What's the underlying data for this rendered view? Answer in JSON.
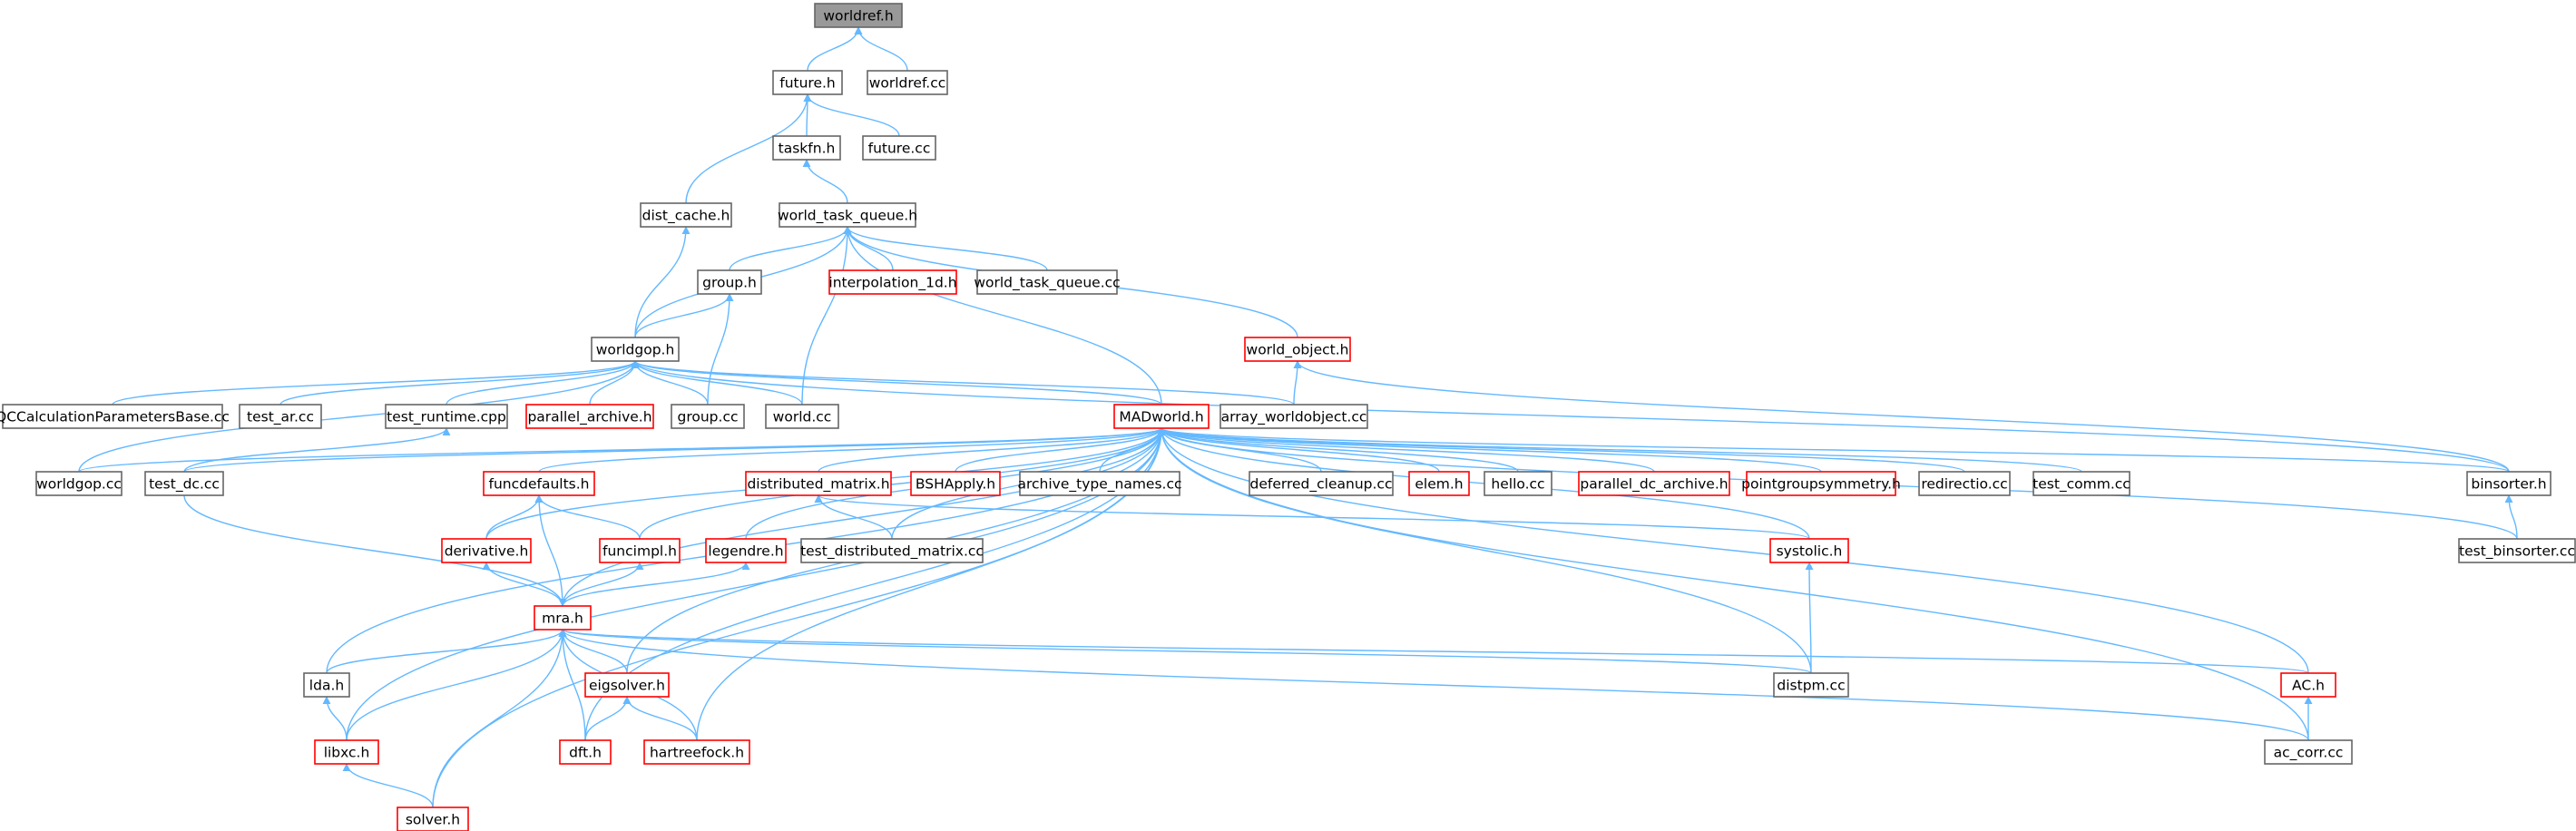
{
  "colors": {
    "edge": "#63b8ff",
    "border_normal": "#666666",
    "border_truncated": "#ff0000",
    "fill_root": "#999999",
    "fill_normal": "#ffffff"
  },
  "nodes": [
    {
      "id": "worldref_h",
      "label": "worldref.h",
      "kind": "root"
    },
    {
      "id": "future_h",
      "label": "future.h",
      "kind": "normal"
    },
    {
      "id": "worldref_cc",
      "label": "worldref.cc",
      "kind": "normal"
    },
    {
      "id": "taskfn_h",
      "label": "taskfn.h",
      "kind": "normal"
    },
    {
      "id": "future_cc",
      "label": "future.cc",
      "kind": "normal"
    },
    {
      "id": "dist_cache_h",
      "label": "dist_cache.h",
      "kind": "normal"
    },
    {
      "id": "world_task_queue_h",
      "label": "world_task_queue.h",
      "kind": "normal"
    },
    {
      "id": "group_h",
      "label": "group.h",
      "kind": "normal"
    },
    {
      "id": "interpolation_1d_h",
      "label": "interpolation_1d.h",
      "kind": "truncated"
    },
    {
      "id": "world_task_queue_cc",
      "label": "world_task_queue.cc",
      "kind": "normal"
    },
    {
      "id": "worldgop_h",
      "label": "worldgop.h",
      "kind": "normal"
    },
    {
      "id": "world_object_h",
      "label": "world_object.h",
      "kind": "truncated"
    },
    {
      "id": "qccalc_cc",
      "label": "QCCalculationParametersBase.cc",
      "kind": "normal"
    },
    {
      "id": "test_ar_cc",
      "label": "test_ar.cc",
      "kind": "normal"
    },
    {
      "id": "test_runtime_cpp",
      "label": "test_runtime.cpp",
      "kind": "normal"
    },
    {
      "id": "parallel_archive_h",
      "label": "parallel_archive.h",
      "kind": "truncated"
    },
    {
      "id": "group_cc",
      "label": "group.cc",
      "kind": "normal"
    },
    {
      "id": "world_cc",
      "label": "world.cc",
      "kind": "normal"
    },
    {
      "id": "madworld_h",
      "label": "MADworld.h",
      "kind": "truncated"
    },
    {
      "id": "array_worldobject_cc",
      "label": "array_worldobject.cc",
      "kind": "normal"
    },
    {
      "id": "worldgop_cc",
      "label": "worldgop.cc",
      "kind": "normal"
    },
    {
      "id": "test_dc_cc",
      "label": "test_dc.cc",
      "kind": "normal"
    },
    {
      "id": "funcdefaults_h",
      "label": "funcdefaults.h",
      "kind": "truncated"
    },
    {
      "id": "distributed_matrix_h",
      "label": "distributed_matrix.h",
      "kind": "truncated"
    },
    {
      "id": "bshapply_h",
      "label": "BSHApply.h",
      "kind": "truncated"
    },
    {
      "id": "archive_type_names_cc",
      "label": "archive_type_names.cc",
      "kind": "normal"
    },
    {
      "id": "deferred_cleanup_cc",
      "label": "deferred_cleanup.cc",
      "kind": "normal"
    },
    {
      "id": "elem_h",
      "label": "elem.h",
      "kind": "truncated"
    },
    {
      "id": "hello_cc",
      "label": "hello.cc",
      "kind": "normal"
    },
    {
      "id": "parallel_dc_archive_h",
      "label": "parallel_dc_archive.h",
      "kind": "truncated"
    },
    {
      "id": "pointgroupsymmetry_h",
      "label": "pointgroupsymmetry.h",
      "kind": "truncated"
    },
    {
      "id": "redirectio_cc",
      "label": "redirectio.cc",
      "kind": "normal"
    },
    {
      "id": "test_comm_cc",
      "label": "test_comm.cc",
      "kind": "normal"
    },
    {
      "id": "binsorter_h",
      "label": "binsorter.h",
      "kind": "normal"
    },
    {
      "id": "derivative_h",
      "label": "derivative.h",
      "kind": "truncated"
    },
    {
      "id": "funcimpl_h",
      "label": "funcimpl.h",
      "kind": "truncated"
    },
    {
      "id": "legendre_h",
      "label": "legendre.h",
      "kind": "truncated"
    },
    {
      "id": "test_distributed_matrix_cc",
      "label": "test_distributed_matrix.cc",
      "kind": "normal"
    },
    {
      "id": "systolic_h",
      "label": "systolic.h",
      "kind": "truncated"
    },
    {
      "id": "test_binsorter_cc",
      "label": "test_binsorter.cc",
      "kind": "normal"
    },
    {
      "id": "mra_h",
      "label": "mra.h",
      "kind": "truncated"
    },
    {
      "id": "lda_h",
      "label": "lda.h",
      "kind": "normal"
    },
    {
      "id": "eigsolver_h",
      "label": "eigsolver.h",
      "kind": "truncated"
    },
    {
      "id": "distpm_cc",
      "label": "distpm.cc",
      "kind": "normal"
    },
    {
      "id": "ac_h",
      "label": "AC.h",
      "kind": "truncated"
    },
    {
      "id": "libxc_h",
      "label": "libxc.h",
      "kind": "truncated"
    },
    {
      "id": "dft_h",
      "label": "dft.h",
      "kind": "truncated"
    },
    {
      "id": "hartreefock_h",
      "label": "hartreefock.h",
      "kind": "truncated"
    },
    {
      "id": "ac_corr_cc",
      "label": "ac_corr.cc",
      "kind": "normal"
    },
    {
      "id": "solver_h",
      "label": "solver.h",
      "kind": "truncated"
    }
  ],
  "edges": [
    [
      "future_h",
      "worldref_h"
    ],
    [
      "worldref_cc",
      "worldref_h"
    ],
    [
      "taskfn_h",
      "future_h"
    ],
    [
      "future_cc",
      "future_h"
    ],
    [
      "dist_cache_h",
      "future_h"
    ],
    [
      "world_task_queue_h",
      "taskfn_h"
    ],
    [
      "worldgop_h",
      "dist_cache_h"
    ],
    [
      "group_h",
      "world_task_queue_h"
    ],
    [
      "interpolation_1d_h",
      "world_task_queue_h"
    ],
    [
      "world_task_queue_cc",
      "world_task_queue_h"
    ],
    [
      "worldgop_h",
      "world_task_queue_h"
    ],
    [
      "world_cc",
      "world_task_queue_h"
    ],
    [
      "madworld_h",
      "world_task_queue_h"
    ],
    [
      "world_object_h",
      "world_task_queue_h"
    ],
    [
      "worldgop_h",
      "group_h"
    ],
    [
      "group_cc",
      "group_h"
    ],
    [
      "qccalc_cc",
      "worldgop_h"
    ],
    [
      "test_ar_cc",
      "worldgop_h"
    ],
    [
      "test_runtime_cpp",
      "worldgop_h"
    ],
    [
      "parallel_archive_h",
      "worldgop_h"
    ],
    [
      "group_cc",
      "worldgop_h"
    ],
    [
      "world_cc",
      "worldgop_h"
    ],
    [
      "madworld_h",
      "worldgop_h"
    ],
    [
      "array_worldobject_cc",
      "worldgop_h"
    ],
    [
      "worldgop_cc",
      "worldgop_h"
    ],
    [
      "binsorter_h",
      "worldgop_h"
    ],
    [
      "array_worldobject_cc",
      "world_object_h"
    ],
    [
      "binsorter_h",
      "world_object_h"
    ],
    [
      "test_dc_cc",
      "test_runtime_cpp"
    ],
    [
      "worldgop_cc",
      "madworld_h"
    ],
    [
      "test_dc_cc",
      "madworld_h"
    ],
    [
      "funcdefaults_h",
      "madworld_h"
    ],
    [
      "distributed_matrix_h",
      "madworld_h"
    ],
    [
      "bshapply_h",
      "madworld_h"
    ],
    [
      "archive_type_names_cc",
      "madworld_h"
    ],
    [
      "deferred_cleanup_cc",
      "madworld_h"
    ],
    [
      "elem_h",
      "madworld_h"
    ],
    [
      "hello_cc",
      "madworld_h"
    ],
    [
      "parallel_dc_archive_h",
      "madworld_h"
    ],
    [
      "pointgroupsymmetry_h",
      "madworld_h"
    ],
    [
      "redirectio_cc",
      "madworld_h"
    ],
    [
      "test_comm_cc",
      "madworld_h"
    ],
    [
      "binsorter_h",
      "madworld_h"
    ],
    [
      "test_binsorter_cc",
      "madworld_h"
    ],
    [
      "derivative_h",
      "madworld_h"
    ],
    [
      "funcimpl_h",
      "madworld_h"
    ],
    [
      "legendre_h",
      "madworld_h"
    ],
    [
      "test_distributed_matrix_cc",
      "madworld_h"
    ],
    [
      "systolic_h",
      "madworld_h"
    ],
    [
      "mra_h",
      "madworld_h"
    ],
    [
      "lda_h",
      "madworld_h"
    ],
    [
      "eigsolver_h",
      "madworld_h"
    ],
    [
      "distpm_cc",
      "madworld_h"
    ],
    [
      "ac_h",
      "madworld_h"
    ],
    [
      "libxc_h",
      "madworld_h"
    ],
    [
      "dft_h",
      "madworld_h"
    ],
    [
      "hartreefock_h",
      "madworld_h"
    ],
    [
      "ac_corr_cc",
      "madworld_h"
    ],
    [
      "solver_h",
      "madworld_h"
    ],
    [
      "derivative_h",
      "funcdefaults_h"
    ],
    [
      "funcimpl_h",
      "funcdefaults_h"
    ],
    [
      "mra_h",
      "funcdefaults_h"
    ],
    [
      "test_distributed_matrix_cc",
      "distributed_matrix_h"
    ],
    [
      "systolic_h",
      "distributed_matrix_h"
    ],
    [
      "test_binsorter_cc",
      "binsorter_h"
    ],
    [
      "mra_h",
      "derivative_h"
    ],
    [
      "mra_h",
      "funcimpl_h"
    ],
    [
      "mra_h",
      "legendre_h"
    ],
    [
      "distpm_cc",
      "systolic_h"
    ],
    [
      "lda_h",
      "mra_h"
    ],
    [
      "eigsolver_h",
      "mra_h"
    ],
    [
      "distpm_cc",
      "mra_h"
    ],
    [
      "ac_h",
      "mra_h"
    ],
    [
      "libxc_h",
      "mra_h"
    ],
    [
      "dft_h",
      "mra_h"
    ],
    [
      "hartreefock_h",
      "mra_h"
    ],
    [
      "ac_corr_cc",
      "mra_h"
    ],
    [
      "solver_h",
      "mra_h"
    ],
    [
      "test_dc_cc",
      "mra_h"
    ],
    [
      "libxc_h",
      "lda_h"
    ],
    [
      "dft_h",
      "eigsolver_h"
    ],
    [
      "hartreefock_h",
      "eigsolver_h"
    ],
    [
      "ac_corr_cc",
      "ac_h"
    ],
    [
      "solver_h",
      "libxc_h"
    ]
  ]
}
